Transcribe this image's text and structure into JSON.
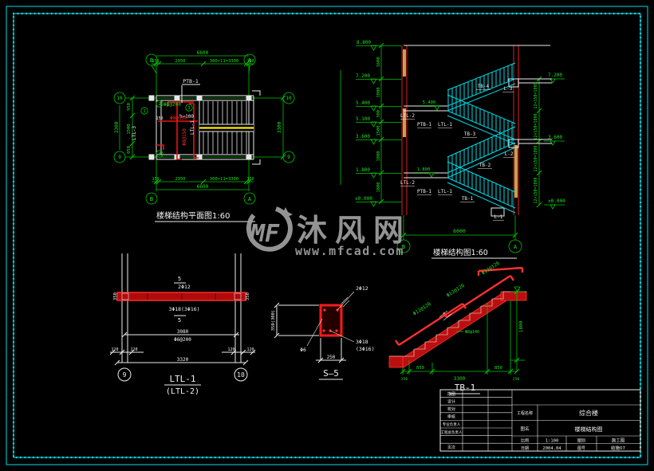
{
  "watermark": {
    "logo": "MF",
    "brand": "沐风网",
    "site": "www.mfcad.com"
  },
  "plan": {
    "title": "楼梯结构平面图1:60",
    "bubbles": {
      "b": "B",
      "a": "A",
      "n10": "10",
      "n9": "9"
    },
    "dims": {
      "total_h": "6600",
      "seg1": "150",
      "seg2": "2950",
      "seg3": "300×11=3300",
      "seg4": "150",
      "left1": "950",
      "left2": "1500",
      "left3": "850",
      "total_v": "3300"
    },
    "labels": {
      "ptb": "PTB-1",
      "rebar_top": "Φ8@200",
      "slab": "h=100",
      "dim150": "150",
      "rebar_h": "Φ8@150",
      "rebar_v": "Φ8@150",
      "beam_left": "LTL-3",
      "beam_right": "LTL-1",
      "tag1": "1",
      "tag2": "2",
      "tag3": "3",
      "tag4": "4"
    }
  },
  "section": {
    "title": "楼梯结构图1:60",
    "elev": {
      "e1": "8.800",
      "e2": "7.200",
      "e3": "5.400",
      "e4": "5.100",
      "e5": "3.600",
      "e6": "1.800",
      "e7": "±0.000"
    },
    "ldim": {
      "d1": "1600",
      "d2": "1800",
      "d3": "300",
      "d4": "1500",
      "d5": "1800",
      "d6": "1800"
    },
    "rdim": "12×150=1800",
    "relev": {
      "e1": "7.200",
      "e2": "3.600",
      "e3": "±0.000"
    },
    "plat": {
      "p1": "5.400",
      "p2": "1.800"
    },
    "labels": {
      "ltl2": "LTL-2",
      "ptb": "PTB-1",
      "ltl1": "LTL-1",
      "tb4": "TB-4",
      "tb3": "TB-3",
      "tb2": "TB-2",
      "tb1": "TB-1",
      "l3": "L-3",
      "l2": "L-2",
      "l1": "L-1"
    },
    "total": "6000",
    "bubbles": {
      "b": "B",
      "a": "A"
    }
  },
  "ltl": {
    "title1": "LTL-1",
    "title2": "(LTL-2)",
    "top_bars": "2Φ12",
    "bot_bars": "3Φ18(3Φ16)",
    "cut": "5",
    "h_left": "350",
    "h_right": "350",
    "span": "3080",
    "stirrup": "Φ6@200",
    "d120": "120",
    "total": "3320",
    "bub9": "9",
    "bub10": "10"
  },
  "s5": {
    "title": "S—5",
    "top": "2Φ12",
    "bot1": "3Φ18",
    "bot2": "(3Φ16)",
    "stirrup": "Φ6",
    "h": "350(300)",
    "w": "250"
  },
  "tb1": {
    "title": "TB-1",
    "bar": "Φ12@120",
    "dist": "Φ8@140",
    "h": "1800",
    "d250": "250",
    "d850": "850",
    "d3300": "3300"
  },
  "tblock": {
    "rows": [
      "描图",
      "设计",
      "校对",
      "审核",
      "专业负责人",
      "工程总负责人",
      "",
      "页次"
    ],
    "f1_label": "工程名称",
    "f1_value": "综合楼",
    "f2_label": "图名",
    "f2_value": "楼梯结构图",
    "f3_label": "比例",
    "f3_value": "1:100",
    "f4_label": "图别",
    "f4_value": "施工图",
    "f5_label": "日期",
    "f5_value": "2004.04",
    "f6_label": "图号",
    "f6_value": "结施07"
  }
}
